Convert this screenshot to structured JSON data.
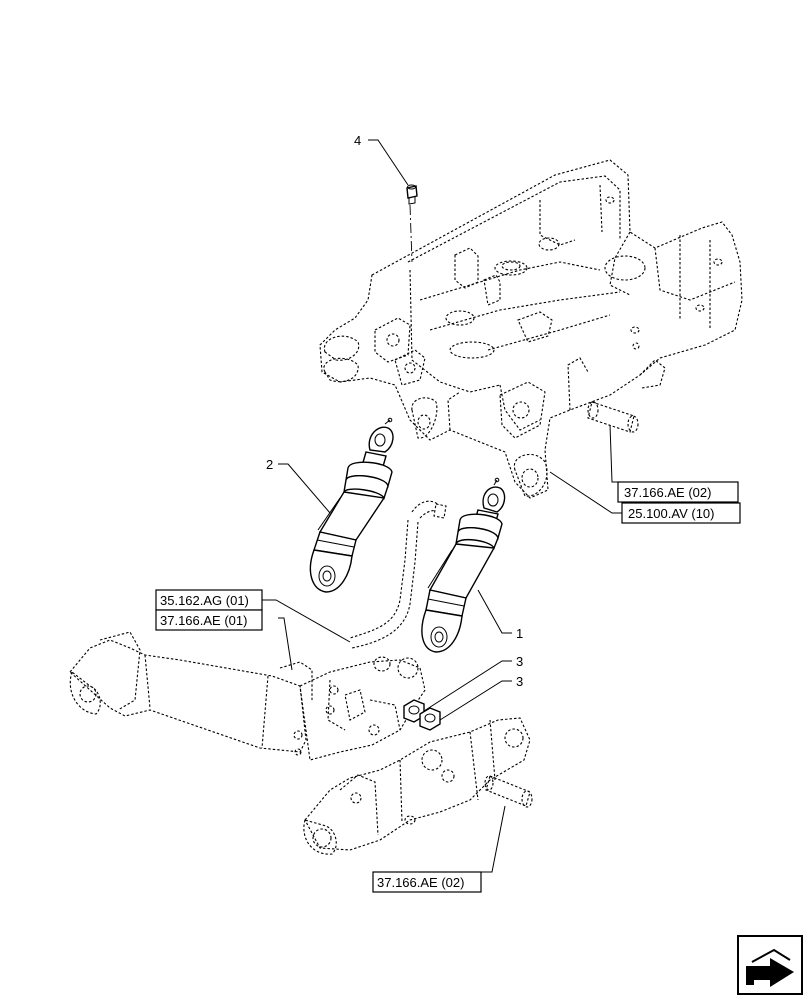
{
  "callouts": {
    "item_1": "1",
    "item_2": "2",
    "item_3a": "3",
    "item_3b": "3",
    "item_4": "4"
  },
  "references": {
    "ref_upper_pin": "37.166.AE (02)",
    "ref_housing": "25.100.AV (10)",
    "ref_hose": "35.162.AG (01)",
    "ref_lift_arm": "37.166.AE (01)",
    "ref_lower_pin": "37.166.AE (02)"
  },
  "icons": {
    "nav_icon": "next-page-arrow-icon"
  }
}
